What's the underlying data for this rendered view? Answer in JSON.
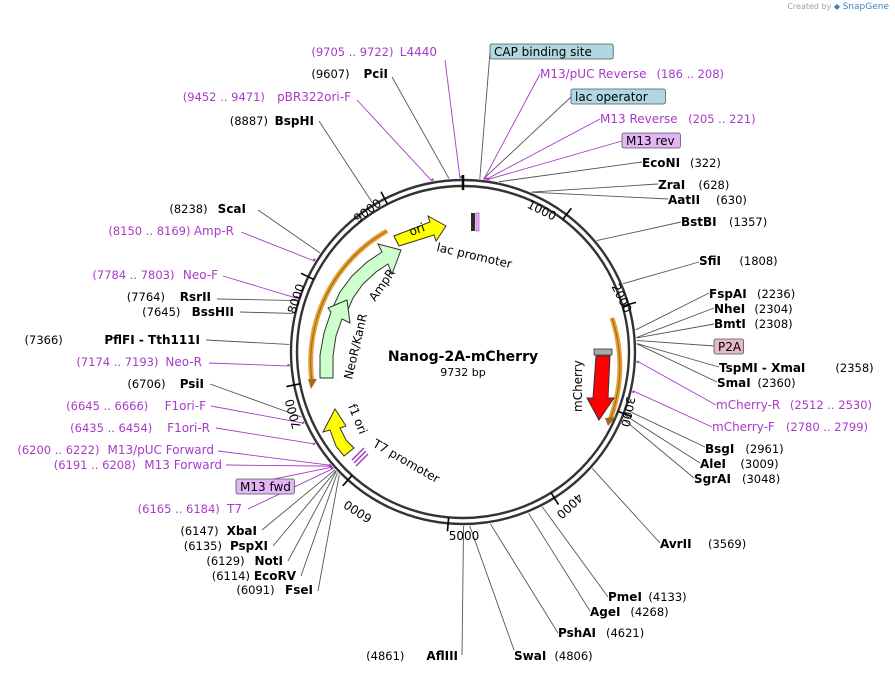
{
  "credit": {
    "created_by": "Created by",
    "brand": "SnapGene"
  },
  "plasmid": {
    "name": "Nanog-2A-mCherry",
    "size_label": "9732 bp",
    "length": 9732
  },
  "ticks": [
    "1000",
    "2000",
    "3000",
    "4000",
    "5000",
    "6000",
    "7000",
    "8000",
    "9000"
  ],
  "labels": [
    {
      "id": "l4440",
      "kind": "primer",
      "site": 9705,
      "pos": "(9705 .. 9722)",
      "name": "L4440"
    },
    {
      "id": "pcii",
      "kind": "enzyme",
      "site": 9607,
      "pos": "(9607)",
      "name": "PciI"
    },
    {
      "id": "pbr322",
      "kind": "primer",
      "site": 9452,
      "pos": "(9452 .. 9471)",
      "name": "pBR322ori-F"
    },
    {
      "id": "bsphi",
      "kind": "enzyme",
      "site": 8887,
      "pos": "(8887)",
      "name": "BspHI"
    },
    {
      "id": "scai",
      "kind": "enzyme",
      "site": 8238,
      "pos": "(8238)",
      "name": "ScaI"
    },
    {
      "id": "ampr",
      "kind": "primer",
      "site": 8150,
      "pos": "(8150 .. 8169)",
      "name": "Amp-R"
    },
    {
      "id": "neof",
      "kind": "primer",
      "site": 7784,
      "pos": "(7784 .. 7803)",
      "name": "Neo-F"
    },
    {
      "id": "rsrii",
      "kind": "enzyme",
      "site": 7764,
      "pos": "(7764)",
      "name": "RsrII"
    },
    {
      "id": "bsshii",
      "kind": "enzyme",
      "site": 7645,
      "pos": "(7645)",
      "name": "BssHII"
    },
    {
      "id": "pflfi",
      "kind": "enzyme",
      "site": 7366,
      "pos": "(7366)",
      "name": "PflFI",
      "name2": "Tth111I"
    },
    {
      "id": "neor",
      "kind": "primer",
      "site": 7174,
      "pos": "(7174 .. 7193)",
      "name": "Neo-R"
    },
    {
      "id": "psii",
      "kind": "enzyme",
      "site": 6706,
      "pos": "(6706)",
      "name": "PsiI"
    },
    {
      "id": "f1orif",
      "kind": "primer",
      "site": 6645,
      "pos": "(6645 .. 6666)",
      "name": "F1ori-F"
    },
    {
      "id": "f1orir",
      "kind": "primer",
      "site": 6435,
      "pos": "(6435 .. 6454)",
      "name": "F1ori-R"
    },
    {
      "id": "m13pucf",
      "kind": "primer",
      "site": 6200,
      "pos": "(6200 .. 6222)",
      "name": "M13/pUC Forward"
    },
    {
      "id": "m13f",
      "kind": "primer",
      "site": 6191,
      "pos": "(6191 .. 6208)",
      "name": "M13 Forward"
    },
    {
      "id": "m13fwd",
      "kind": "boxprimer",
      "site": 6180,
      "pos": "",
      "name": "M13 fwd"
    },
    {
      "id": "t7",
      "kind": "primer",
      "site": 6165,
      "pos": "(6165 .. 6184)",
      "name": "T7"
    },
    {
      "id": "xbai",
      "kind": "enzyme",
      "site": 6147,
      "pos": "(6147)",
      "name": "XbaI"
    },
    {
      "id": "pspxi",
      "kind": "enzyme",
      "site": 6135,
      "pos": "(6135)",
      "name": "PspXI"
    },
    {
      "id": "noti",
      "kind": "enzyme",
      "site": 6129,
      "pos": "(6129)",
      "name": "NotI"
    },
    {
      "id": "ecorv",
      "kind": "enzyme",
      "site": 6114,
      "pos": "(6114)",
      "name": "EcoRV"
    },
    {
      "id": "fsei",
      "kind": "enzyme",
      "site": 6091,
      "pos": "(6091)",
      "name": "FseI"
    },
    {
      "id": "afliii",
      "kind": "enzyme",
      "site": 4861,
      "pos": "(4861)",
      "name": "AflIII"
    },
    {
      "id": "swai",
      "kind": "enzyme",
      "site": 4806,
      "pos": "(4806)",
      "name": "SwaI"
    },
    {
      "id": "pshai",
      "kind": "enzyme",
      "site": 4621,
      "pos": "(4621)",
      "name": "PshAI"
    },
    {
      "id": "agei",
      "kind": "enzyme",
      "site": 4268,
      "pos": "(4268)",
      "name": "AgeI"
    },
    {
      "id": "pmei",
      "kind": "enzyme",
      "site": 4133,
      "pos": "(4133)",
      "name": "PmeI"
    },
    {
      "id": "avrii",
      "kind": "enzyme",
      "site": 3569,
      "pos": "(3569)",
      "name": "AvrII"
    },
    {
      "id": "sgrai",
      "kind": "enzyme",
      "site": 3048,
      "pos": "(3048)",
      "name": "SgrAI"
    },
    {
      "id": "alei",
      "kind": "enzyme",
      "site": 3009,
      "pos": "(3009)",
      "name": "AleI"
    },
    {
      "id": "bsgi",
      "kind": "enzyme",
      "site": 2961,
      "pos": "(2961)",
      "name": "BsgI"
    },
    {
      "id": "mcherryf",
      "kind": "primer",
      "site": 2780,
      "pos": "(2780 .. 2799)",
      "name": "mCherry-F"
    },
    {
      "id": "mcherryr",
      "kind": "primer",
      "site": 2512,
      "pos": "(2512 .. 2530)",
      "name": "mCherry-R"
    },
    {
      "id": "smai",
      "kind": "enzyme",
      "site": 2360,
      "pos": "(2360)",
      "name": "SmaI"
    },
    {
      "id": "tspmi",
      "kind": "enzyme",
      "site": 2358,
      "pos": "(2358)",
      "name": "TspMI",
      "name2": "XmaI"
    },
    {
      "id": "p2a",
      "kind": "boxfeature",
      "site": 2330,
      "pos": "",
      "name": "P2A"
    },
    {
      "id": "bmti",
      "kind": "enzyme",
      "site": 2308,
      "pos": "(2308)",
      "name": "BmtI"
    },
    {
      "id": "nhei",
      "kind": "enzyme",
      "site": 2304,
      "pos": "(2304)",
      "name": "NheI"
    },
    {
      "id": "fspai",
      "kind": "enzyme",
      "site": 2236,
      "pos": "(2236)",
      "name": "FspAI"
    },
    {
      "id": "sfii",
      "kind": "enzyme",
      "site": 1808,
      "pos": "(1808)",
      "name": "SfiI"
    },
    {
      "id": "bstbi",
      "kind": "enzyme",
      "site": 1357,
      "pos": "(1357)",
      "name": "BstBI"
    },
    {
      "id": "aatii",
      "kind": "enzyme",
      "site": 630,
      "pos": "(630)",
      "name": "AatII"
    },
    {
      "id": "zrai",
      "kind": "enzyme",
      "site": 628,
      "pos": "(628)",
      "name": "ZraI"
    },
    {
      "id": "econi",
      "kind": "enzyme",
      "site": 322,
      "pos": "(322)",
      "name": "EcoNI"
    },
    {
      "id": "m13rev",
      "kind": "boxprimer",
      "site": 215,
      "pos": "",
      "name": "M13 rev"
    },
    {
      "id": "m13r",
      "kind": "primer",
      "site": 205,
      "pos": "(205 .. 221)",
      "name": "M13 Reverse"
    },
    {
      "id": "lacop",
      "kind": "boxfeature",
      "site": 180,
      "pos": "",
      "name": "lac operator"
    },
    {
      "id": "m13pucr",
      "kind": "primer",
      "site": 186,
      "pos": "(186 .. 208)",
      "name": "M13/pUC Reverse"
    },
    {
      "id": "cap",
      "kind": "boxfeature",
      "site": 150,
      "pos": "",
      "name": "CAP binding site"
    }
  ],
  "features": [
    {
      "id": "ori",
      "name": "ori",
      "color": "#ffff00"
    },
    {
      "id": "lacpromoter",
      "name": "lac promoter",
      "color": "#ffffff"
    },
    {
      "id": "ampr",
      "name": "AmpR",
      "color": "#ccffcc"
    },
    {
      "id": "neokanr",
      "name": "NeoR/KanR",
      "color": "#ccffcc"
    },
    {
      "id": "f1ori",
      "name": "f1 ori",
      "color": "#ffff00"
    },
    {
      "id": "t7promoter",
      "name": "T7 promoter",
      "color": "#ffffff"
    },
    {
      "id": "mcherry",
      "name": "mCherry",
      "color": "#ff0000"
    }
  ],
  "colors": {
    "primer": "#a83ac8",
    "box_feature": "#b0d8e2",
    "box_primer": "#e2b6f4",
    "p2a_box": "#e6b8c8",
    "orf_arrow": "#e7a235"
  }
}
